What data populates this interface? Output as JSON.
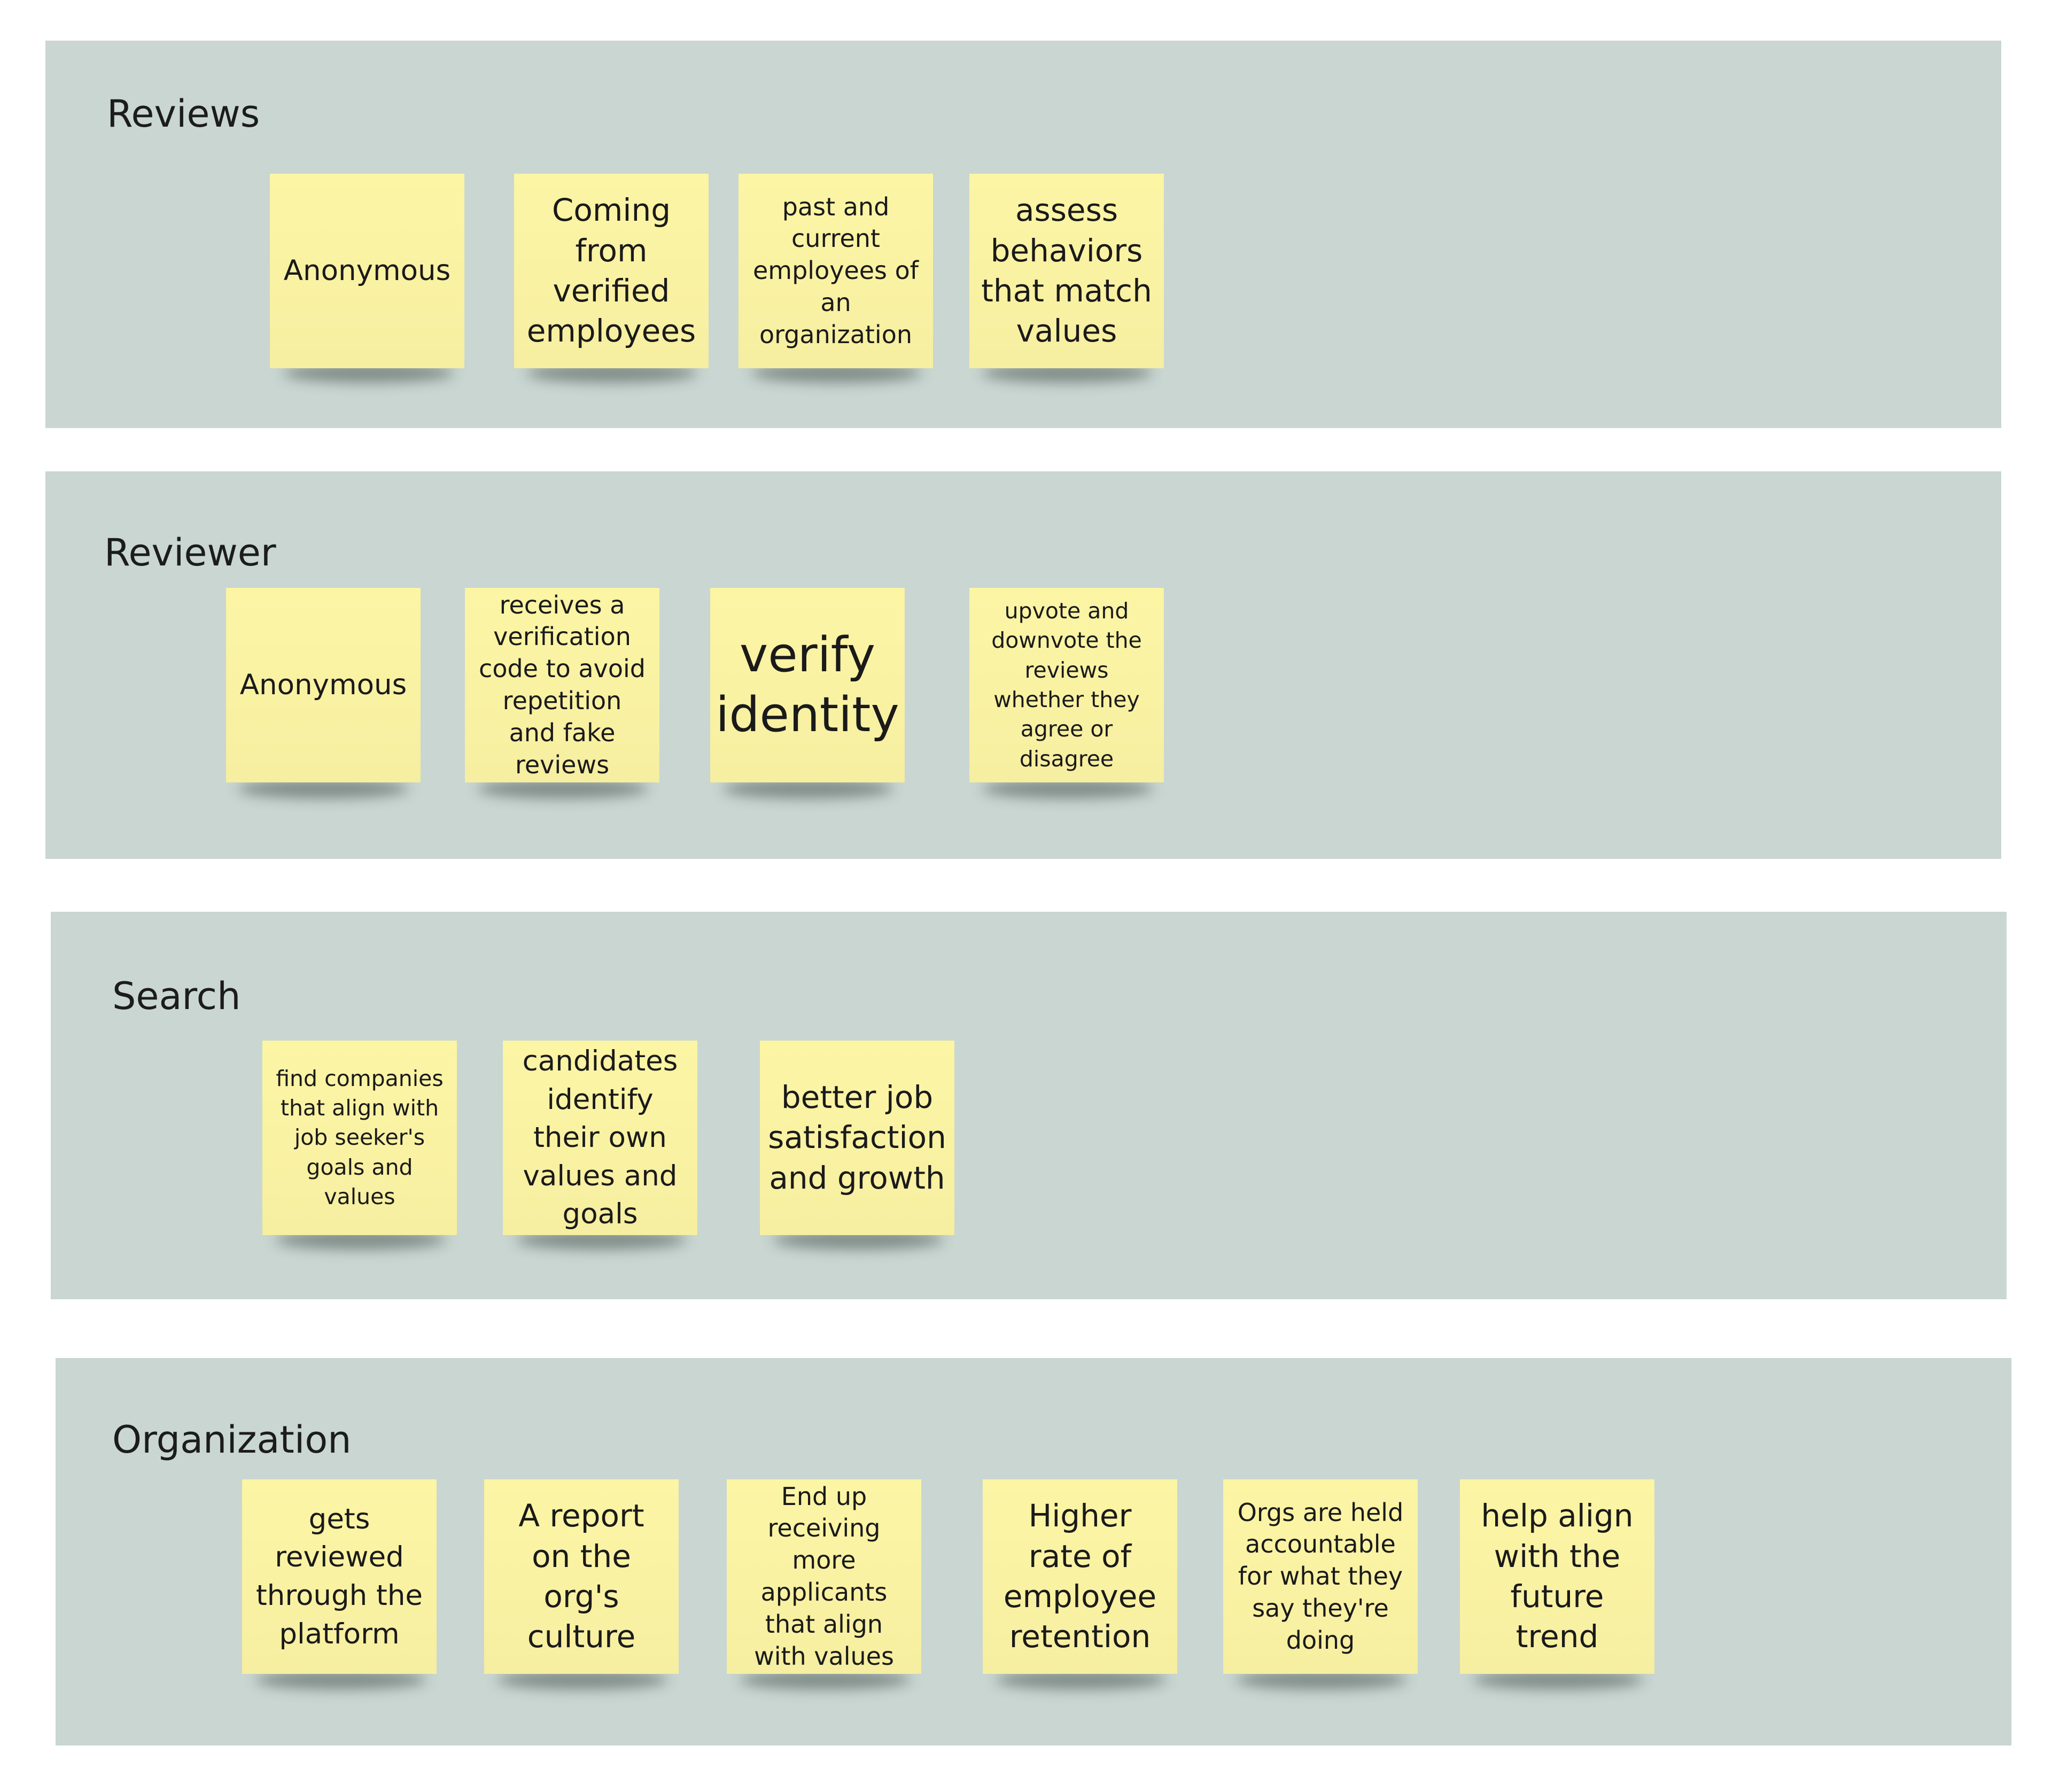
{
  "groups": {
    "reviews": {
      "title": "Reviews",
      "notes": [
        "Anonymous",
        "Coming from verified employees",
        "past and current employees of an organization",
        "assess behaviors that match values"
      ]
    },
    "reviewer": {
      "title": "Reviewer",
      "notes": [
        "Anonymous",
        "receives a verification code to avoid repetition and fake reviews",
        "verify identity",
        "upvote and downvote the reviews whether they agree or disagree"
      ]
    },
    "search": {
      "title": "Search",
      "notes": [
        "find companies that align with job seeker's goals and values",
        "candidates identify their own values and goals",
        "better job satisfaction and growth"
      ]
    },
    "organization": {
      "title": "Organization",
      "notes": [
        "gets reviewed through the platform",
        "A report on the org's culture",
        "End up receiving more applicants that align with values",
        "Higher rate of employee retention",
        "Orgs are held accountable for what they say they're doing",
        "help align with the future trend"
      ]
    }
  },
  "colors": {
    "board_background": "#c9d6d2",
    "sticky_note": "#faf2a3",
    "canvas_background": "#ffffff"
  }
}
